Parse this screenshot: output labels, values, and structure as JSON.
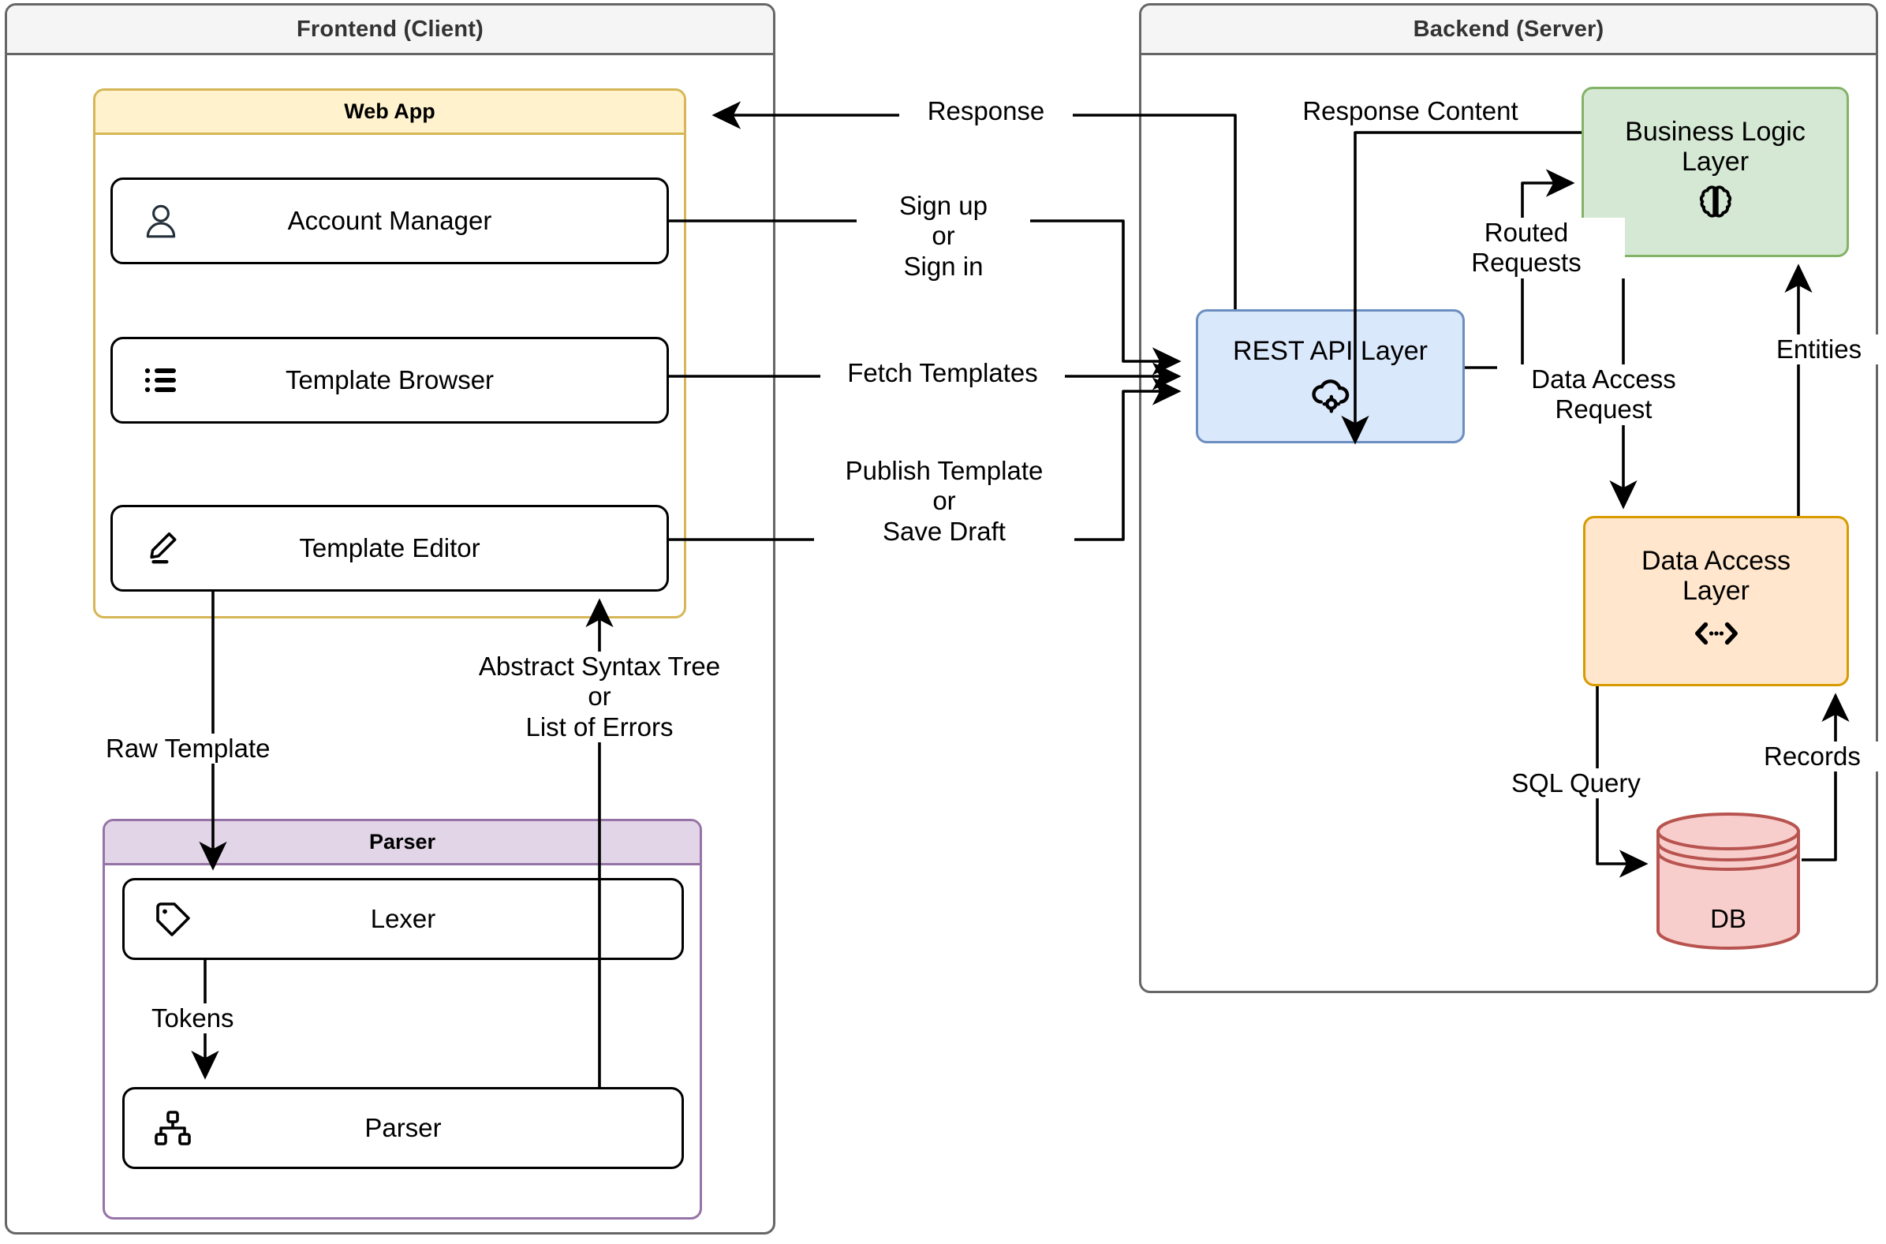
{
  "diagram": {
    "title": "Frontend / Backend architecture diagram",
    "type": "architecture-flow"
  },
  "lanes": [
    {
      "id": "frontend",
      "title": "Frontend (Client)"
    },
    {
      "id": "backend",
      "title": "Backend (Server)"
    }
  ],
  "groups": [
    {
      "id": "webapp",
      "title": "Web App",
      "fill": "#fff2cc",
      "stroke": "#d6b656"
    },
    {
      "id": "parser",
      "title": "Parser",
      "fill": "#e1d5e7",
      "stroke": "#9673a6"
    }
  ],
  "components": [
    {
      "id": "account-manager",
      "label": "Account Manager",
      "icon": "user-icon"
    },
    {
      "id": "template-browser",
      "label": "Template Browser",
      "icon": "list-icon"
    },
    {
      "id": "template-editor",
      "label": "Template Editor",
      "icon": "pencil-icon"
    },
    {
      "id": "lexer",
      "label": "Lexer",
      "icon": "tag-icon"
    },
    {
      "id": "parser-component",
      "label": "Parser",
      "icon": "sitemap-icon"
    }
  ],
  "layers": [
    {
      "id": "rest-api",
      "label": "REST API Layer",
      "icon": "cloud-gear-icon",
      "fill": "#dae8fc",
      "stroke": "#6c8ebf"
    },
    {
      "id": "business-logic",
      "label": "Business Logic\nLayer",
      "icon": "brain-icon",
      "fill": "#d5e8d4",
      "stroke": "#82b366"
    },
    {
      "id": "data-access",
      "label": "Data Access\nLayer",
      "icon": "code-icon",
      "fill": "#ffe6cc",
      "stroke": "#d79b00"
    }
  ],
  "database": {
    "id": "db",
    "label": "DB",
    "fill": "#f8cecc",
    "stroke": "#b85450"
  },
  "edges": [
    {
      "id": "response",
      "label": "Response",
      "from": "rest-api",
      "to": "webapp"
    },
    {
      "id": "signup-signin",
      "label": "Sign up\nor\nSign in",
      "from": "account-manager",
      "to": "rest-api"
    },
    {
      "id": "fetch-templates",
      "label": "Fetch Templates",
      "from": "template-browser",
      "to": "rest-api"
    },
    {
      "id": "publish-save",
      "label": "Publish Template\nor\nSave Draft",
      "from": "template-editor",
      "to": "rest-api"
    },
    {
      "id": "raw-template",
      "label": "Raw Template",
      "from": "template-editor",
      "to": "lexer"
    },
    {
      "id": "ast-errors",
      "label": "Abstract Syntax Tree\nor\nList of Errors",
      "from": "parser-component",
      "to": "template-editor"
    },
    {
      "id": "tokens",
      "label": "Tokens",
      "from": "lexer",
      "to": "parser-component"
    },
    {
      "id": "response-content",
      "label": "Response Content",
      "from": "business-logic",
      "to": "rest-api"
    },
    {
      "id": "routed-requests",
      "label": "Routed\nRequests",
      "from": "rest-api",
      "to": "business-logic"
    },
    {
      "id": "data-access-request",
      "label": "Data Access\nRequest",
      "from": "business-logic",
      "to": "data-access"
    },
    {
      "id": "entities",
      "label": "Entities",
      "from": "data-access",
      "to": "business-logic"
    },
    {
      "id": "sql-query",
      "label": "SQL Query",
      "from": "data-access",
      "to": "db"
    },
    {
      "id": "records",
      "label": "Records",
      "from": "db",
      "to": "data-access"
    }
  ],
  "colors": {
    "lane_border": "#666666",
    "lane_header": "#f5f5f5",
    "edge": "#000000",
    "component_border": "#000000"
  }
}
